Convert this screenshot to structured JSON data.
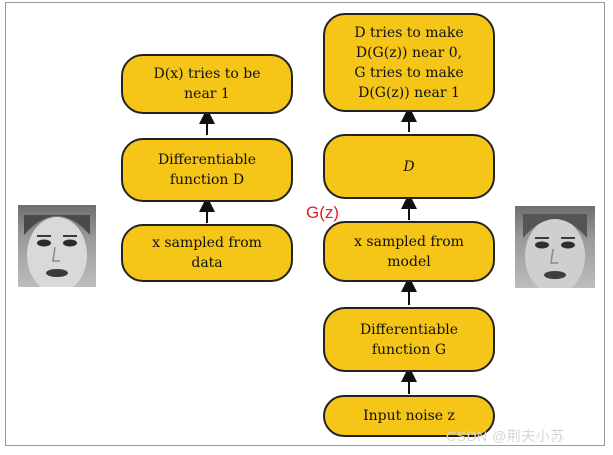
{
  "left_column": {
    "top": "D(x) tries to be\nnear 1",
    "middle": "Differentiable\nfunction D",
    "bottom": "x sampled from\ndata"
  },
  "right_column": {
    "top": "D tries to make\nD(G(z)) near 0,\nG tries to make\nD(G(z)) near 1",
    "d_box": "D",
    "x_model": "x sampled from\nmodel",
    "gen": "Differentiable\nfunction G",
    "noise": "Input noise z"
  },
  "annotation": {
    "gz": "G(z)",
    "color": "#e0241b"
  },
  "watermark": "CSDN @荆夫小苏",
  "colors": {
    "box_fill": "#f5c518",
    "box_border": "#222222",
    "arrow": "#111111"
  }
}
